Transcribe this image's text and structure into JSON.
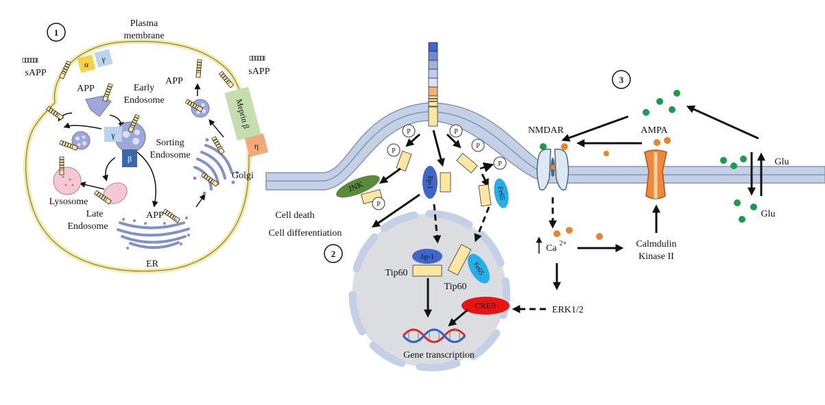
{
  "section_numbers": {
    "one": "1",
    "two": "2",
    "three": "3"
  },
  "panel1": {
    "plasma_membrane_line1": "Plasma",
    "plasma_membrane_line2": "membrane",
    "sapp_left": "sAPP",
    "sapp_right": "sAPP",
    "app_left": "APP",
    "app_right": "APP",
    "app_er": "APP",
    "alpha": "α",
    "gamma_top": "γ",
    "gamma_sorting": "γ",
    "beta_sorting": "β",
    "eta": "η",
    "meprin_beta": "Meprin β",
    "early_endosome_line1": "Early",
    "early_endosome_line2": "Endosome",
    "sorting_endosome_line1": "Sorting",
    "sorting_endosome_line2": "Endosome",
    "lysosome": "Lysosome",
    "late_endosome_line1": "Late",
    "late_endosome_line2": "Endosome",
    "golgi": "Golgi",
    "er": "ER"
  },
  "panel2": {
    "p_marker": "P",
    "jnk": "JNK",
    "jip1_membrane": "Jip-1",
    "fe65_membrane": "Fe65",
    "cell_death": "Cell death",
    "cell_differentiation": "Cell differentiation",
    "jip1_nucleus": "Jip-1",
    "tip60_left": "Tip60",
    "tip60_right": "Tip60",
    "fe65_nucleus": "Fe65",
    "creb": "CREB",
    "gene_transcription": "Gene transcription"
  },
  "panel3": {
    "nmdar": "NMDAR",
    "ampa": "AMPA",
    "glu_top": "Glu",
    "glu_bottom": "Glu",
    "calcium": "Ca",
    "calcium_sup": "2+",
    "calmodulin_line1": "Calmdulin",
    "calmodulin_line2": "Kinase II",
    "erk": "ERK1/2"
  },
  "colors": {
    "cell_membrane": "#f3e9a6",
    "cell_membrane_stroke": "#7a6a2a",
    "bilayer_fill": "#c3d0e6",
    "bilayer_stroke": "#8094b8",
    "nucleus": "#dcdde1",
    "app_box": "#fbe7a1",
    "jnk": "#5b8a3c",
    "jip1": "#3f66c8",
    "fe65": "#27aee8",
    "creb": "#e81414",
    "alpha": "#f6d24a",
    "gamma": "#b9d4ec",
    "beta": "#3a68a8",
    "meprin": "#c6ddb0",
    "eta": "#f2a877",
    "glu_dot": "#1d9a4a",
    "ca_dot": "#e8852a",
    "ampa": "#f0883a",
    "nmdar": "#dce8f2",
    "lysosome": "#f4c8d4",
    "vesicle": "#9ea8d8"
  }
}
